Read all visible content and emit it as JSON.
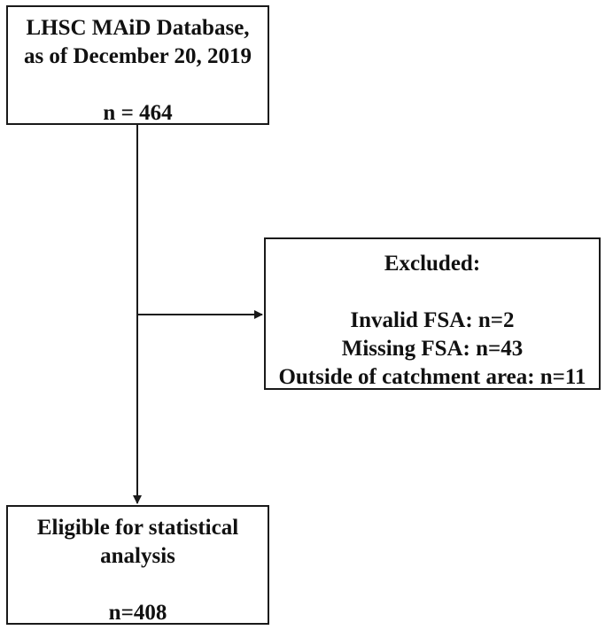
{
  "source": {
    "line1": "LHSC MAiD Database,",
    "line2": "as of December 20, 2019",
    "count": "n = 464"
  },
  "excluded": {
    "title": "Excluded:",
    "items": [
      "Invalid FSA: n=2",
      "Missing FSA: n=43",
      "Outside of catchment area: n=11"
    ]
  },
  "eligible": {
    "line1": "Eligible for statistical",
    "line2": "analysis",
    "count": "n=408"
  },
  "colors": {
    "stroke": "#1a1a1a",
    "background": "#ffffff"
  }
}
